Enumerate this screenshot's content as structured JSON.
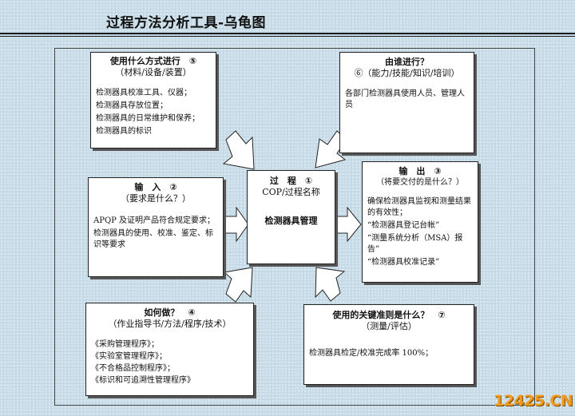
{
  "title": "过程方法分析工具-乌龟图",
  "boxes": {
    "how_method": {
      "heading": "使用什么方式进行　⑤",
      "subheading": "（材料/设备/装置）",
      "lines": [
        "检测器具校准工具、仪器；",
        "检测器具存放位置；",
        "检测器具的日常维护和保养；",
        "检测器具的标识"
      ]
    },
    "who": {
      "heading": "由谁进行？",
      "subheading": "⑥（能力/技能/知识/培训）",
      "lines": [
        "各部门检测器具使用人员、管理人员"
      ]
    },
    "input": {
      "heading": "输　入　②",
      "subheading": "（要求是什么？）",
      "lines": [
        "APQP 及证明产品符合规定要求；",
        "检测器具的使用、校准、鉴定、标识等要求"
      ]
    },
    "process": {
      "heading": "过　程　①",
      "subheading": "COP/过程名称",
      "name": "检测器具管理"
    },
    "output": {
      "heading": "输　出　③",
      "subheading": "（将要交付的是什么？）",
      "lines": [
        "确保检测器具监视和测量结果的有效性；",
        "“检测器具登记台帐”",
        "“测量系统分析（MSA）报告”",
        "“检测器具校准记录”"
      ]
    },
    "how_do": {
      "heading": "如何做？　④",
      "subheading": "（作业指导书/方法/程序/技术）",
      "lines": [
        "《采购管理程序》；",
        "《实验室管理程序》；",
        "《不合格品控制程序》；",
        "《标识和可追溯性管理程序》"
      ]
    },
    "criteria": {
      "heading": "使用的关键准则是什么？　⑦",
      "subheading": "（测量/评估）",
      "lines": [
        "检测器具检定/校准完成率 100%；"
      ]
    }
  },
  "watermark": "12425.CN",
  "colors": {
    "background": "#c9dde9",
    "logo": "#f29a1b"
  }
}
